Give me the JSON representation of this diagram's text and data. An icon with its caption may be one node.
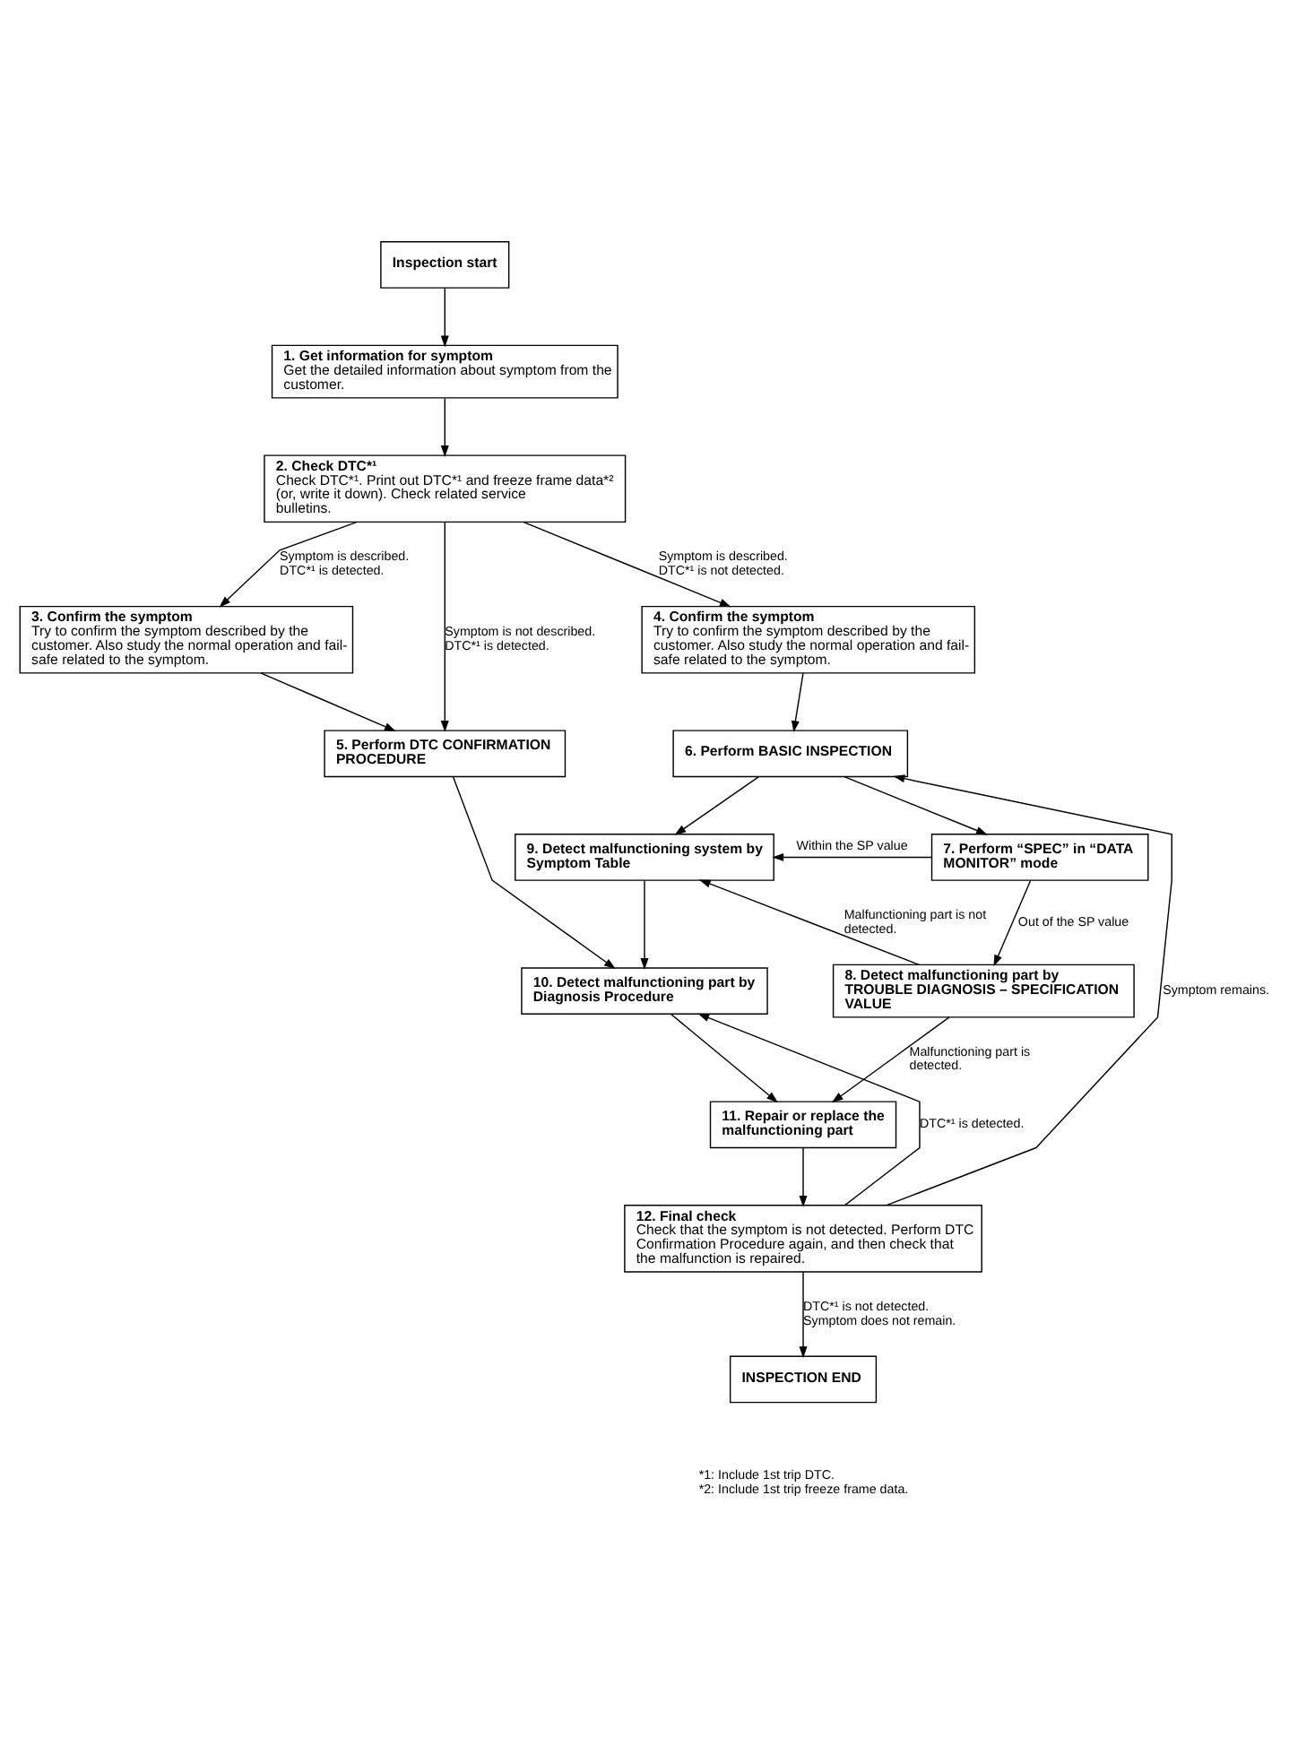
{
  "diagram": {
    "nodes": [
      {
        "text": [
          "Inspection start"
        ]
      },
      {
        "text": [
          "1. Get information for symptom",
          "Get the detailed information about symptom from the customer."
        ]
      },
      {
        "text": [
          "2. Check DTC*¹",
          "Check DTC*¹. Print out DTC*¹ and freeze frame data*² (or, write it down). Check related service bulletins."
        ]
      },
      {
        "text": [
          "3. Confirm the symptom",
          "Try to confirm the symptom described by the customer. Also study the normal operation and fail-safe related to the symptom."
        ]
      },
      {
        "text": [
          "4. Confirm the symptom",
          "Try to confirm the symptom described by the customer. Also study the normal operation and fail-safe related to the symptom."
        ]
      },
      {
        "text": [
          "5. Perform DTC CONFIRMATION PROCEDURE"
        ]
      },
      {
        "text": [
          "6. Perform BASIC INSPECTION"
        ]
      },
      {
        "text": [
          "9. Detect malfunctioning system by Symptom Table"
        ]
      },
      {
        "text": [
          "7. Perform “SPEC” in “DATA MONITOR” mode"
        ]
      },
      {
        "text": [
          "8. Detect malfunctioning part by TROUBLE DIAGNOSIS – SPECIFICATION VALUE"
        ]
      },
      {
        "text": [
          "10. Detect malfunctioning part by Diagnosis Procedure"
        ]
      },
      {
        "text": [
          "11. Repair or replace the malfunctioning part"
        ]
      },
      {
        "text": [
          "12. Final check",
          "Check that the symptom is not detected. Perform DTC Confirmation Procedure again, and then check that the malfunction is repaired."
        ]
      },
      {
        "text": [
          "INSPECTION END"
        ]
      }
    ],
    "edges": [
      {
        "from": 0,
        "to": 1,
        "arrow": "to"
      },
      {
        "from": 1,
        "to": 2,
        "arrow": "to"
      },
      {
        "from": 2,
        "to": 3,
        "arrow": "to",
        "label": "Symptom is described. DTC*¹ is detected."
      },
      {
        "from": 2,
        "to": 5,
        "arrow": "to",
        "label": "Symptom is not described. DTC*¹ is detected."
      },
      {
        "from": 2,
        "to": 4,
        "arrow": "to",
        "label": "Symptom is described. DTC*¹ is not detected."
      },
      {
        "from": 3,
        "to": 5,
        "arrow": "to"
      },
      {
        "from": 4,
        "to": 6,
        "arrow": "to"
      },
      {
        "from": 5,
        "to": 10,
        "arrow": "to"
      },
      {
        "from": 6,
        "to": 7,
        "arrow": "to"
      },
      {
        "from": 6,
        "to": 8,
        "arrow": "to"
      },
      {
        "from": 8,
        "to": 7,
        "arrow": "to",
        "label": "Within the SP value"
      },
      {
        "from": 8,
        "to": 9,
        "arrow": "to",
        "label": "Out of the SP value"
      },
      {
        "from": 9,
        "to": 7,
        "arrow": "to",
        "label": "Malfunctioning part is not detected."
      },
      {
        "from": 7,
        "to": 10,
        "arrow": "to"
      },
      {
        "from": 10,
        "to": 11,
        "arrow": "to"
      },
      {
        "from": 9,
        "to": 11,
        "arrow": "to",
        "label": "Malfunctioning part is detected."
      },
      {
        "from": 11,
        "to": 12,
        "arrow": "to"
      },
      {
        "from": 12,
        "to": 10,
        "arrow": "to",
        "label": "DTC*¹ is detected."
      },
      {
        "from": 12,
        "to": 6,
        "arrow": "to",
        "label": "Symptom remains."
      },
      {
        "from": 12,
        "to": 13,
        "arrow": "to",
        "label": "DTC*¹ is not detected. Symptom does not remain."
      }
    ],
    "labels": [
      "*1: Include 1st trip DTC.",
      "*2: Include 1st trip freeze frame data."
    ]
  }
}
